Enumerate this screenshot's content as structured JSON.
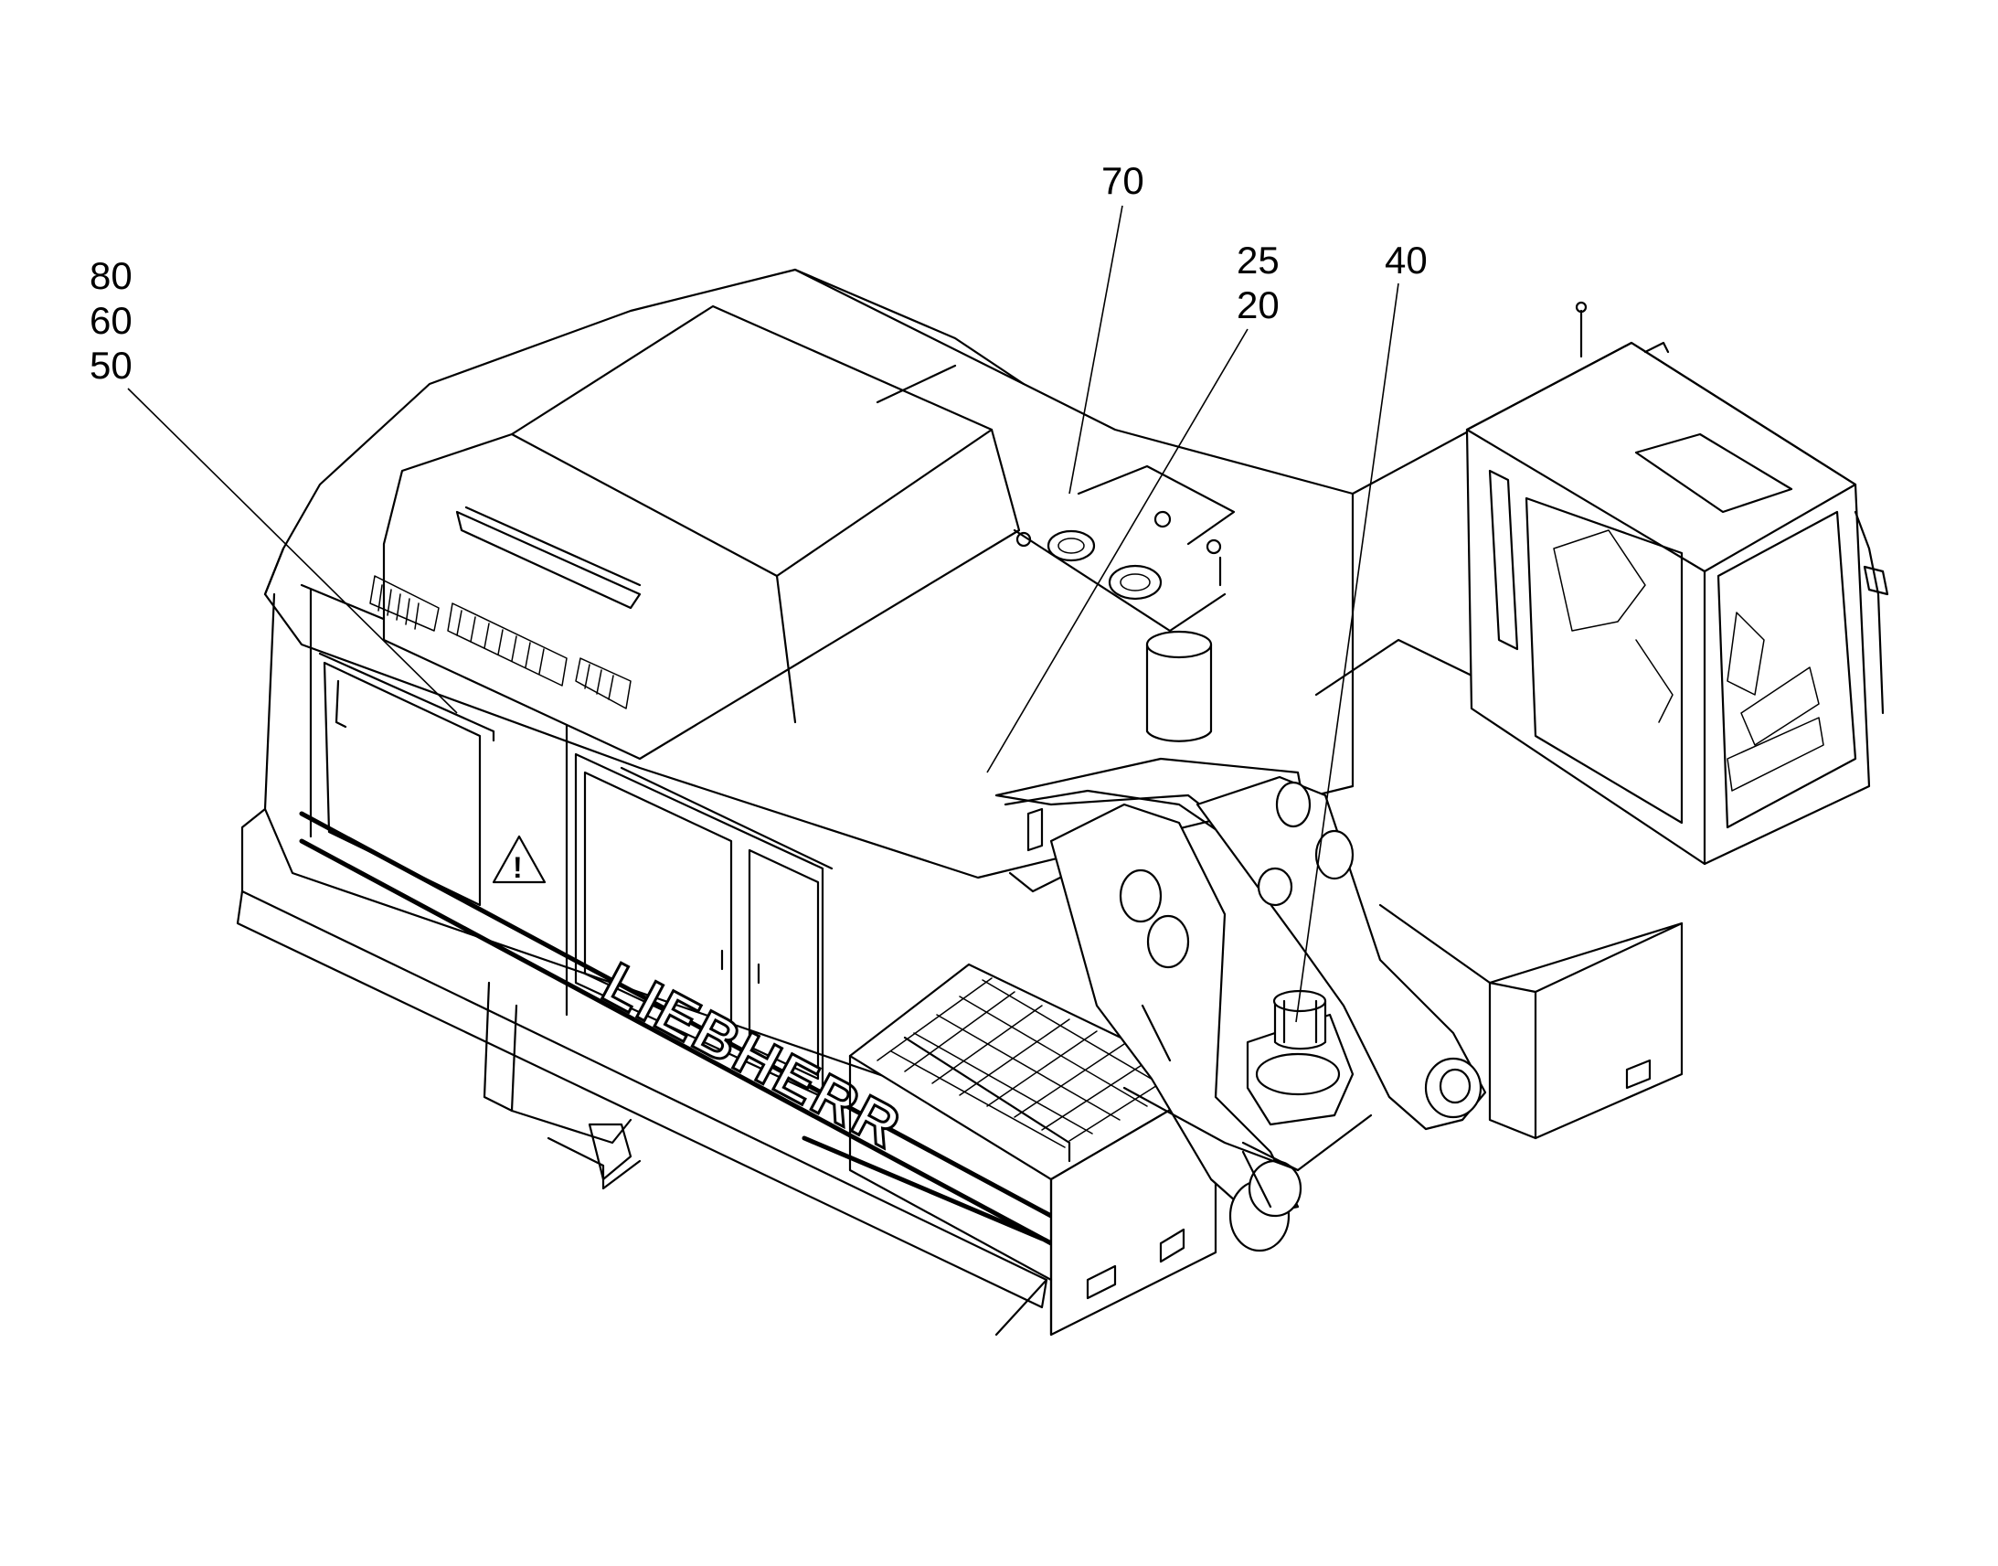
{
  "callouts": {
    "c70": "70",
    "c25": "25",
    "c20": "20",
    "c40": "40",
    "c80": "80",
    "c60": "60",
    "c50": "50"
  },
  "brand_text": "LIEBHERR"
}
